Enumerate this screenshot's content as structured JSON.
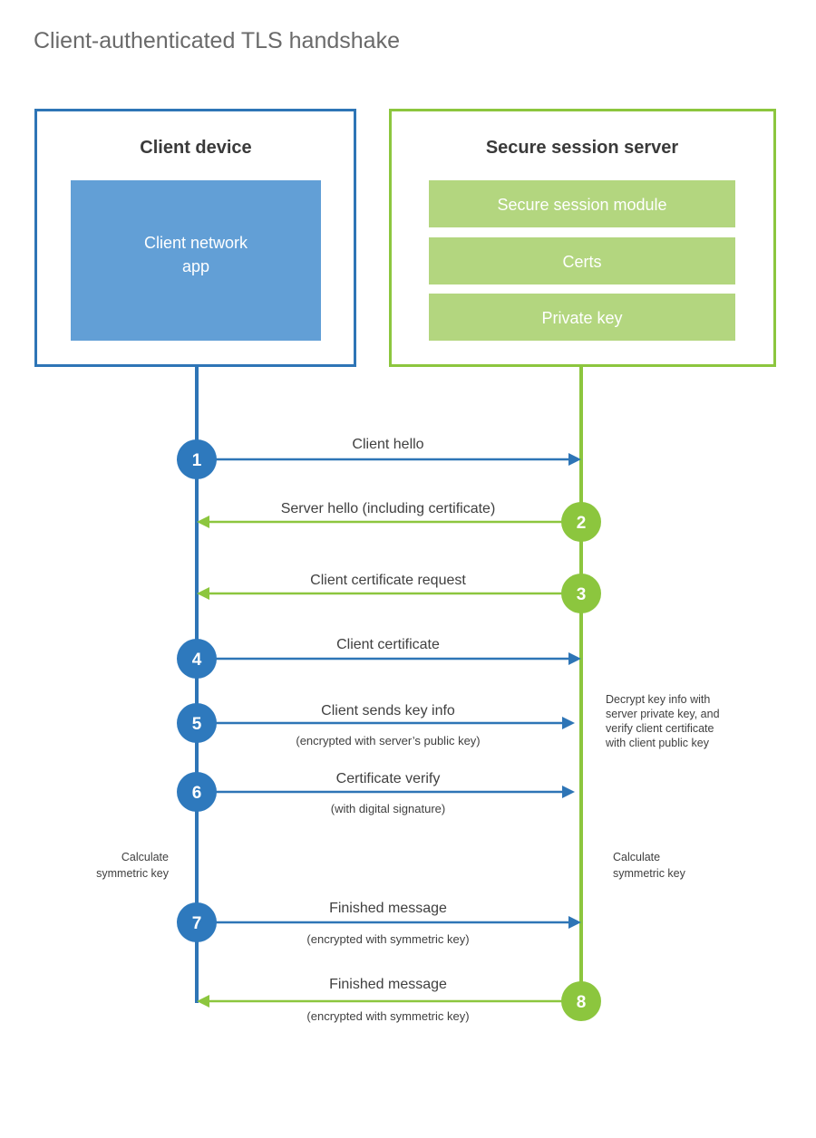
{
  "diagram": {
    "title": "Client-authenticated TLS handshake",
    "colors": {
      "client_accent": "#2e75b6",
      "client_circle": "#2e79bd",
      "client_fill": "#629fd6",
      "server_accent": "#8cc63e",
      "server_fill": "#b3d67f",
      "text": "#404040",
      "title_text": "#6a6a6a",
      "background": "#ffffff"
    },
    "participants": [
      {
        "id": "client",
        "title": "Client device",
        "components": [
          "Client network app"
        ]
      },
      {
        "id": "server",
        "title": "Secure session server",
        "components": [
          "Secure session module",
          "Certs",
          "Private key"
        ]
      }
    ],
    "steps": [
      {
        "number": "1",
        "label": "Client hello",
        "sublabel": "",
        "direction": "client-to-server",
        "origin": "client"
      },
      {
        "number": "2",
        "label": "Server hello (including certificate)",
        "sublabel": "",
        "direction": "server-to-client",
        "origin": "server"
      },
      {
        "number": "3",
        "label": "Client certificate request",
        "sublabel": "",
        "direction": "server-to-client",
        "origin": "server"
      },
      {
        "number": "4",
        "label": "Client certificate",
        "sublabel": "",
        "direction": "client-to-server",
        "origin": "client"
      },
      {
        "number": "5",
        "label": "Client sends key info",
        "sublabel": "(encrypted with server’s public key)",
        "direction": "client-to-server",
        "origin": "client"
      },
      {
        "number": "6",
        "label": "Certificate verify",
        "sublabel": "(with digital signature)",
        "direction": "client-to-server",
        "origin": "client"
      },
      {
        "number": "7",
        "label": "Finished message",
        "sublabel": "(encrypted with symmetric key)",
        "direction": "client-to-server",
        "origin": "client"
      },
      {
        "number": "8",
        "label": "Finished message",
        "sublabel": "(encrypted with symmetric key)",
        "direction": "server-to-client",
        "origin": "server"
      }
    ],
    "notes": {
      "server_decrypt": [
        "Decrypt key info with",
        "server private key, and",
        "verify client certificate",
        "with client public key"
      ],
      "client_calculate": [
        "Calculate",
        "symmetric key"
      ],
      "server_calculate": [
        "Calculate",
        "symmetric key"
      ]
    }
  }
}
